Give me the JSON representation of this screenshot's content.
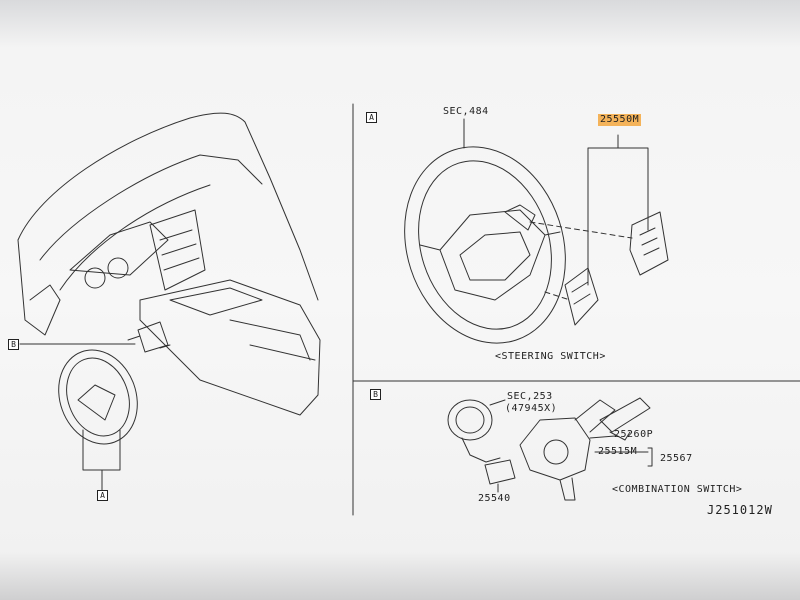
{
  "sections": {
    "A": {
      "marker": "A",
      "caption": "<STEERING SWITCH>",
      "parts": {
        "steering_wheel": "SEC,484",
        "steering_switch": "25550M"
      }
    },
    "B": {
      "marker": "B",
      "caption": "<COMBINATION SWITCH>",
      "parts": {
        "spiral_cable": "SEC,253",
        "spiral_cable_sub": "(47945X)",
        "wiper_switch": "25260P",
        "switch_body": "25515M",
        "combination_switch": "25567",
        "connector": "25540"
      }
    }
  },
  "overview": {
    "callout_b": "B",
    "callout_a": "A"
  },
  "reference": "J251012W",
  "colors": {
    "highlight": "#f4b35a",
    "line": "#333333"
  }
}
